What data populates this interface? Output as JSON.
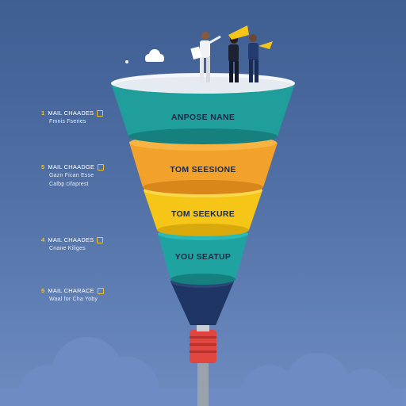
{
  "funnel": {
    "stages": [
      {
        "label": "ANPOSE NANE",
        "color": "#1f9e9c",
        "color_dark": "#16807e"
      },
      {
        "label": "TOM SEESIONE",
        "color": "#f2a12a",
        "color_dark": "#d9861a"
      },
      {
        "label": "TOM SEEKURE",
        "color": "#f5c518",
        "color_dark": "#d9a90c"
      },
      {
        "label": "YOU SEATUP",
        "color": "#1fa3a0",
        "color_dark": "#16807e"
      },
      {
        "label": "",
        "color": "#1f3563",
        "color_dark": "#152548"
      }
    ],
    "top_rim_color": "#f4f6fa"
  },
  "side_labels": [
    {
      "num": "1",
      "title": "MAIL CHAADES",
      "lines": [
        "Fmnis Fseries"
      ]
    },
    {
      "num": "5",
      "title": "MAIL CHAADGE",
      "lines": [
        "Gazn Fican Esse",
        "Calbp cifaprest"
      ]
    },
    {
      "num": "4",
      "title": "MAIL CHAADES",
      "lines": [
        "Cnane Kiliges"
      ]
    },
    {
      "num": "5",
      "title": "MAIL CHARACE",
      "lines": [
        "Waal for Cha Yoby"
      ]
    }
  ],
  "colors": {
    "label_num": "#f2c231",
    "nozzle_red": "#e0463f",
    "stem_gray": "#9aa3ad"
  }
}
